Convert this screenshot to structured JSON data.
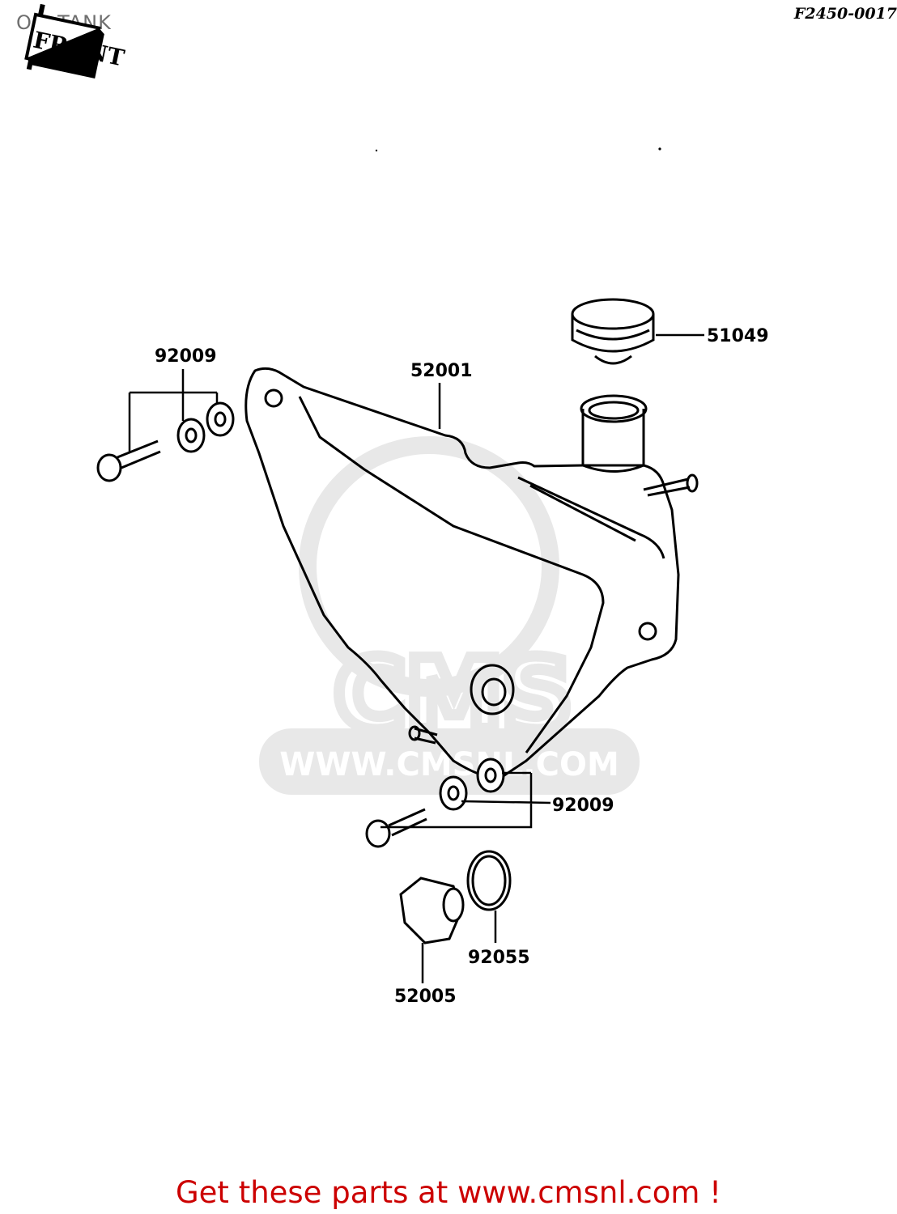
{
  "header": {
    "title": "OIL TANK",
    "code": "F2450-0017",
    "front_label": "FRONT"
  },
  "watermark": {
    "text": "WWW.CMSNL.COM",
    "logo_text": "CMS"
  },
  "parts": [
    {
      "id": "51049",
      "label": "51049"
    },
    {
      "id": "52001",
      "label": "52001"
    },
    {
      "id": "92009-top",
      "label": "92009"
    },
    {
      "id": "92009-bottom",
      "label": "92009"
    },
    {
      "id": "92055",
      "label": "92055"
    },
    {
      "id": "52005",
      "label": "52005"
    }
  ],
  "footer": {
    "text": "Get these parts at www.cmsnl.com !"
  }
}
